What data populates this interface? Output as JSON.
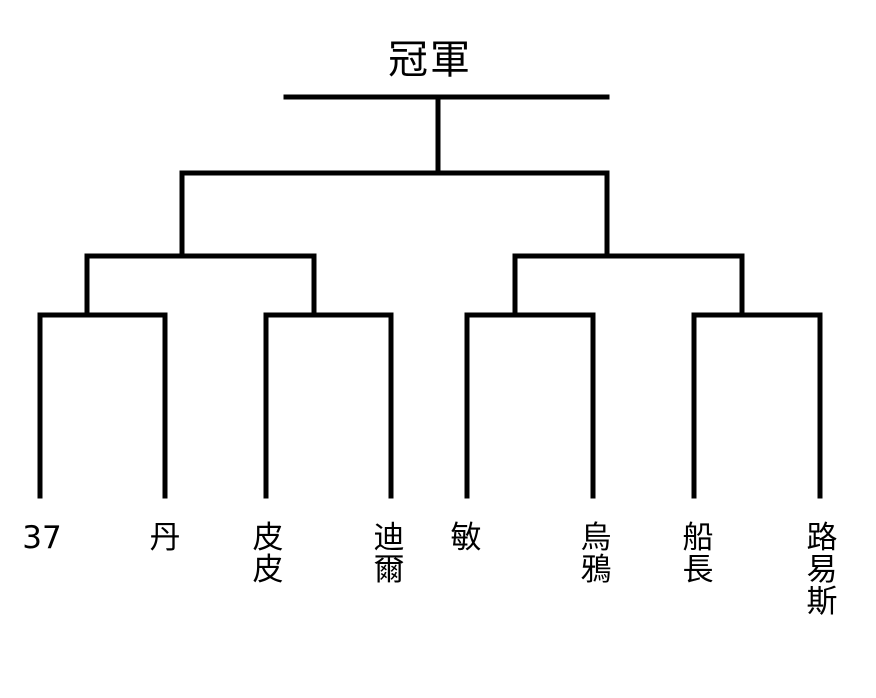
{
  "bracket": {
    "champion_label": "冠軍",
    "entrants": [
      {
        "lines": [
          "37"
        ]
      },
      {
        "lines": [
          "丹"
        ]
      },
      {
        "lines": [
          "皮",
          "皮"
        ]
      },
      {
        "lines": [
          "迪",
          "爾"
        ]
      },
      {
        "lines": [
          "敏"
        ]
      },
      {
        "lines": [
          "烏",
          "鴉"
        ]
      },
      {
        "lines": [
          "船",
          "長"
        ]
      },
      {
        "lines": [
          "路",
          "易",
          "斯"
        ]
      }
    ]
  },
  "colors": {
    "line": "#000000",
    "background": "#ffffff"
  }
}
